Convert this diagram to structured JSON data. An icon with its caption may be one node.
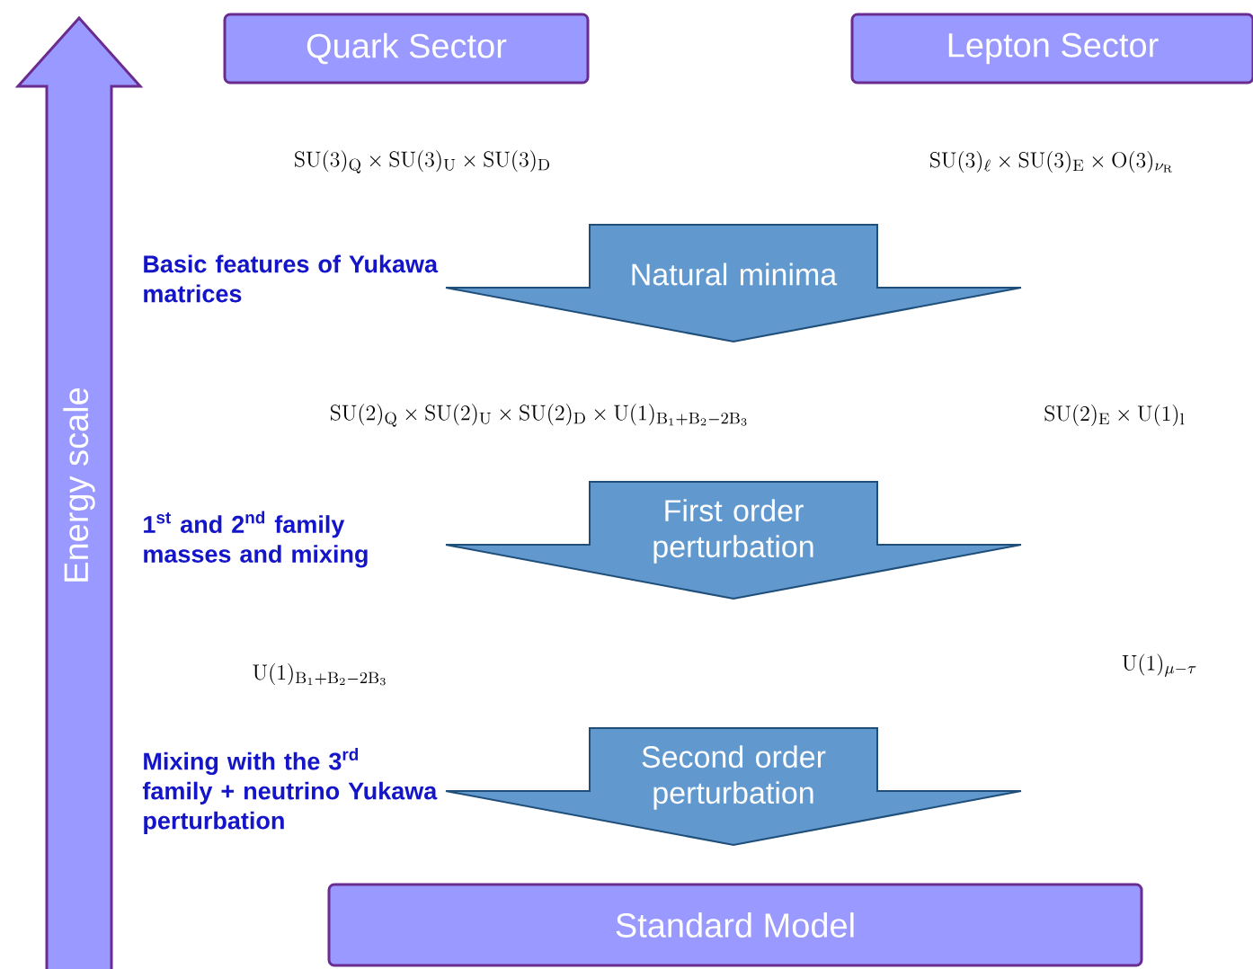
{
  "diagram": {
    "nodes": [
      {
        "text": [
          "Energy scale"
        ]
      },
      {
        "text": [
          "Quark Sector"
        ]
      },
      {
        "text": [
          "Lepton Sector"
        ]
      },
      {
        "text": [
          "Natural minima"
        ]
      },
      {
        "text": [
          "First order perturbation"
        ]
      },
      {
        "text": [
          "Second order perturbation"
        ]
      },
      {
        "text": [
          "Standard Model"
        ]
      }
    ],
    "labels": [
      "\\mathrm{SU}(3)_{\\mathrm{Q}}\\times\\mathrm{SU}(3)_{\\mathrm{U}}\\times\\mathrm{SU}(3)_{\\mathrm{D}}",
      "\\mathrm{SU}(3)_{\\ell}\\times\\mathrm{SU}(3)_{\\mathrm{E}}\\times\\mathrm{O}(3)_{\\nu_{\\mathrm{R}}}",
      "Basic features of Yukawa matrices",
      "\\mathrm{SU}(2)_{\\mathrm{Q}}\\times\\mathrm{SU}(2)_{\\mathrm{U}}\\times\\mathrm{SU}(2)_{\\mathrm{D}}\\times\\mathrm{U}(1)_{\\mathrm{B_1+B_2-2B_3}}",
      "\\mathrm{SU}(2)_{\\mathrm{E}}\\times\\mathrm{U}(1)_{\\mathrm{l}}",
      "1$^{st}$ and 2$^{nd}$ family masses and mixing",
      "\\mathrm{U}(1)_{\\mathrm{B_1+B_2-2B_3}}",
      "\\mathrm{U}(1)_{\\mu-\\tau}",
      "Mixing with the 3$^{rd}$ family + neutrino Yukawa perturbation"
    ]
  }
}
